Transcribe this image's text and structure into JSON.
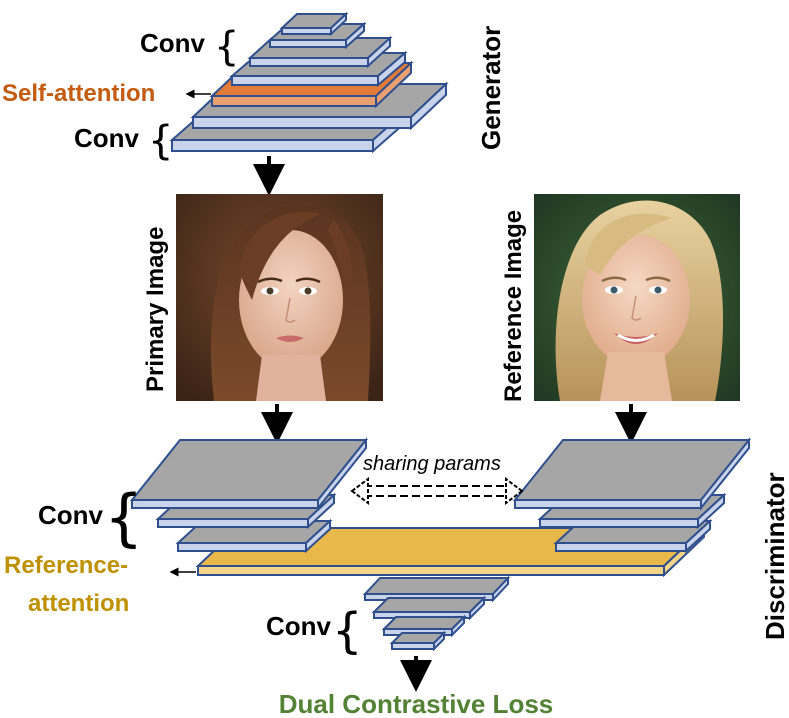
{
  "generator": {
    "title": "Generator",
    "conv_top_label": "Conv",
    "self_attention_label": "Self-attention",
    "conv_bottom_label": "Conv"
  },
  "images": {
    "primary_label": "Primary Image",
    "reference_label": "Reference Image"
  },
  "discriminator": {
    "title": "Discriminator",
    "conv_left_label": "Conv",
    "sharing_label": "sharing params",
    "reference_attention_line1": "Reference-",
    "reference_attention_line2": "attention",
    "conv_bottom_label": "Conv",
    "loss_label": "Dual Contrastive Loss"
  },
  "colors": {
    "layer_fill": "#a6a6a6",
    "layer_edge": "#2f4f8f",
    "layer_side": "#c9d3ea",
    "self_attention": "#e07b39",
    "self_attention_text": "#c55a11",
    "reference_attention": "#e8b84a",
    "reference_attention_text": "#bf9000",
    "loss_text": "#548235"
  }
}
